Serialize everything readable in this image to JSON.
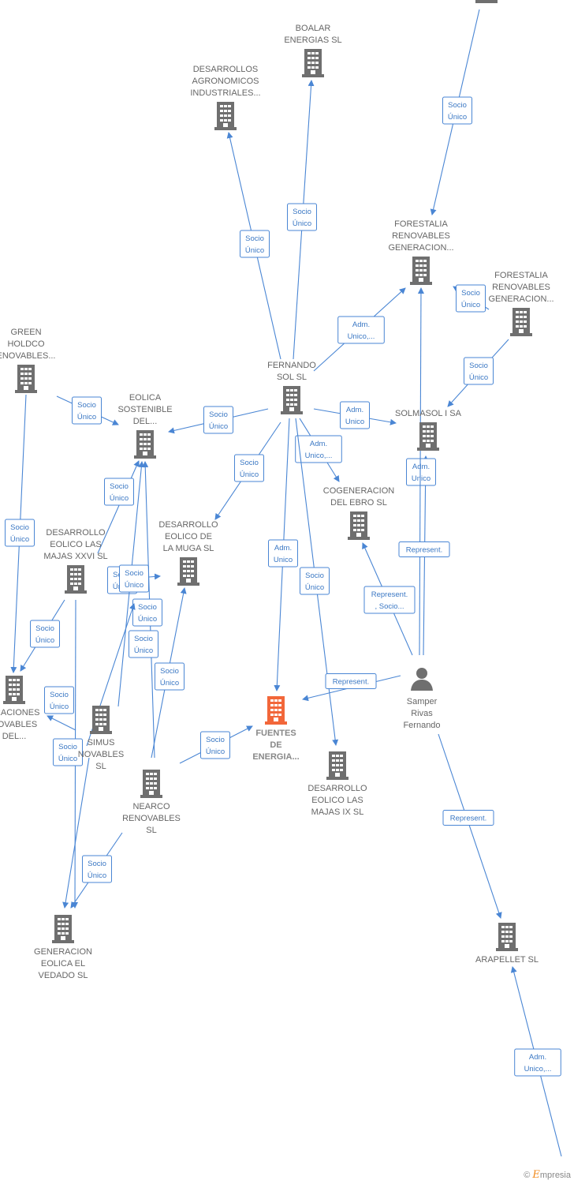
{
  "nodes": [
    {
      "id": "n_top",
      "type": "company",
      "lines": []
    },
    {
      "id": "boalar",
      "type": "company",
      "lines": [
        "BOALAR",
        "ENERGIAS  SL"
      ]
    },
    {
      "id": "desagro",
      "type": "company",
      "lines": [
        "DESARROLLOS",
        "AGRONOMICOS",
        "INDUSTRIALES..."
      ]
    },
    {
      "id": "forestalia1",
      "type": "company",
      "lines": [
        "FORESTALIA",
        "RENOVABLES",
        "GENERACION..."
      ]
    },
    {
      "id": "forestalia2",
      "type": "company",
      "lines": [
        "FORESTALIA",
        "RENOVABLES",
        "GENERACION..."
      ]
    },
    {
      "id": "green",
      "type": "company",
      "lines": [
        "GREEN",
        "HOLDCO",
        "ENOVABLES..."
      ]
    },
    {
      "id": "fernando",
      "type": "company",
      "lines": [
        "FERNANDO",
        "SOL SL"
      ]
    },
    {
      "id": "eolica",
      "type": "company",
      "lines": [
        "EOLICA",
        "SOSTENIBLE",
        "DEL..."
      ]
    },
    {
      "id": "solmasol",
      "type": "company",
      "lines": [
        "SOLMASOL I SA"
      ]
    },
    {
      "id": "coge",
      "type": "company",
      "lines": [
        "COGENERACION",
        "DEL EBRO  SL"
      ]
    },
    {
      "id": "majas26",
      "type": "company",
      "lines": [
        "DESARROLLO",
        "EOLICO LAS",
        "MAJAS XXVI  SL"
      ]
    },
    {
      "id": "muga",
      "type": "company",
      "lines": [
        "DESARROLLO",
        "EOLICO DE",
        "LA MUGA SL"
      ]
    },
    {
      "id": "gen_left",
      "type": "company",
      "lines": [
        "ERACIONES",
        "NOVABLES",
        "DEL..."
      ]
    },
    {
      "id": "fuentes",
      "type": "focus",
      "lines": [
        "FUENTES",
        "DE",
        "ENERGIA..."
      ]
    },
    {
      "id": "samper",
      "type": "person",
      "lines": [
        "Samper",
        "Rivas",
        "Fernando"
      ]
    },
    {
      "id": "simus",
      "type": "company",
      "lines": [
        "SIMUS",
        "NOVABLES",
        "SL"
      ]
    },
    {
      "id": "nearco",
      "type": "company",
      "lines": [
        "NEARCO",
        "RENOVABLES",
        "SL"
      ]
    },
    {
      "id": "majas9",
      "type": "company",
      "lines": [
        "DESARROLLO",
        "EOLICO LAS",
        "MAJAS IX  SL"
      ]
    },
    {
      "id": "vedado",
      "type": "company",
      "lines": [
        "GENERACION",
        "EOLICA EL",
        "VEDADO SL"
      ]
    },
    {
      "id": "arapellet",
      "type": "company",
      "lines": [
        "ARAPELLET  SL"
      ]
    }
  ],
  "edges": [
    {
      "from": "n_top",
      "to": "forestalia1",
      "label": [
        "Socio",
        "Único"
      ]
    },
    {
      "from": "fernando",
      "to": "boalar",
      "label": [
        "Socio",
        "Único"
      ]
    },
    {
      "from": "fernando",
      "to": "desagro",
      "label": [
        "Socio",
        "Único"
      ]
    },
    {
      "from": "fernando",
      "to": "forestalia1",
      "label": [
        "Adm.",
        "Unico,..."
      ]
    },
    {
      "from": "forestalia2",
      "to": "forestalia1",
      "label": [
        "Socio",
        "Único"
      ]
    },
    {
      "from": "forestalia2",
      "to": "solmasol",
      "label": [
        "Socio",
        "Único"
      ]
    },
    {
      "from": "fernando",
      "to": "solmasol",
      "label": [
        "Adm.",
        "Unico"
      ]
    },
    {
      "from": "fernando",
      "to": "eolica",
      "label": [
        "Socio",
        "Único"
      ]
    },
    {
      "from": "green",
      "to": "eolica",
      "label": [
        "Socio",
        "Único"
      ]
    },
    {
      "from": "green",
      "to": "gen_left",
      "label": [
        "Socio",
        "Único"
      ]
    },
    {
      "from": "fernando",
      "to": "coge",
      "label": [
        "Adm.",
        "Unico,..."
      ]
    },
    {
      "from": "fernando",
      "to": "muga",
      "label": [
        "Socio",
        "Único"
      ]
    },
    {
      "from": "fernando",
      "to": "fuentes",
      "label": [
        "Adm.",
        "Unico"
      ]
    },
    {
      "from": "fernando",
      "to": "majas9",
      "label": [
        "Socio",
        "Único"
      ]
    },
    {
      "from": "samper",
      "to": "solmasol",
      "label": [
        "Adm.",
        "Unico"
      ]
    },
    {
      "from": "samper",
      "to": "forestalia1",
      "label": [
        "Represent."
      ]
    },
    {
      "from": "samper",
      "to": "coge",
      "label": [
        "Represent.",
        ", Socio..."
      ]
    },
    {
      "from": "samper",
      "to": "fuentes",
      "label": [
        "Represent."
      ]
    },
    {
      "from": "samper",
      "to": "arapellet",
      "label": [
        "Represent."
      ]
    },
    {
      "from": "n_bottom",
      "to": "arapellet",
      "label": [
        "Adm.",
        "Unico,..."
      ]
    },
    {
      "from": "majas26",
      "to": "eolica",
      "label": [
        "Socio",
        "Único"
      ]
    },
    {
      "from": "majas26",
      "to": "gen_left",
      "label": [
        "Socio",
        "Único"
      ]
    },
    {
      "from": "majas26",
      "to": "vedado",
      "label": []
    },
    {
      "from": "simus",
      "to": "muga",
      "label": [
        "Socio",
        "Único"
      ]
    },
    {
      "from": "simus",
      "to": "eolica",
      "label": [
        "Socio",
        "Único"
      ]
    },
    {
      "from": "simus",
      "to": "gen_left",
      "label": [
        "Socio",
        "Único"
      ]
    },
    {
      "from": "simus",
      "to": "vedado",
      "label": [
        "Socio",
        "Único"
      ]
    },
    {
      "from": "nearco",
      "to": "eolica",
      "label": [
        "Socio",
        "Único"
      ]
    },
    {
      "from": "nearco",
      "to": "muga",
      "label": [
        "Socio",
        "Único"
      ]
    },
    {
      "from": "nearco",
      "to": "fuentes",
      "label": [
        "Socio",
        "Único"
      ]
    },
    {
      "from": "nearco",
      "to": "vedado",
      "label": [
        "Socio",
        "Único"
      ]
    },
    {
      "from": "nearco",
      "to": "muga",
      "label": [
        "Socio",
        "Único"
      ]
    }
  ],
  "brand": {
    "copyright": "©",
    "name": "mpresia",
    "initial": "E"
  },
  "colors": {
    "edge": "#4a86d4",
    "company_icon": "#6f6f6f",
    "focus_icon": "#f2673a",
    "person_icon": "#6f6f6f"
  }
}
